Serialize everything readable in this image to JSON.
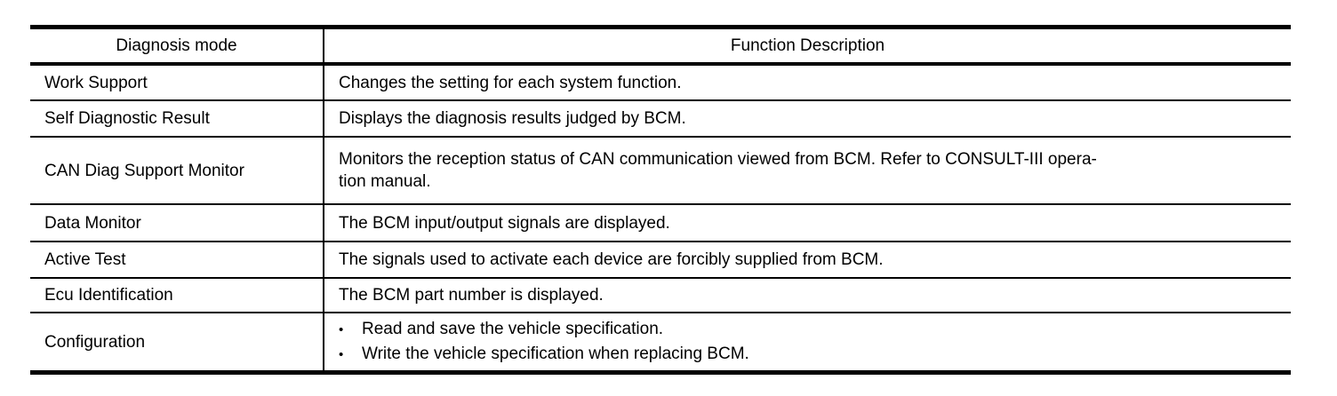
{
  "document": {
    "background_color": "#ffffff",
    "border_color": "#000000",
    "text_color": "#000000"
  },
  "table": {
    "headers": [
      "Diagnosis mode",
      "Function Description"
    ],
    "bullet_glyph": "•",
    "rows": [
      {
        "mode": "Work Support",
        "description": "Changes the setting for each system function."
      },
      {
        "mode": "Self Diagnostic Result",
        "description": "Displays the diagnosis results judged by BCM."
      },
      {
        "mode": "CAN Diag Support Monitor",
        "description": "Monitors the reception status of CAN communication viewed from BCM. Refer to CONSULT-III opera-\ntion manual."
      },
      {
        "mode": "Data Monitor",
        "description": "The BCM input/output signals are displayed."
      },
      {
        "mode": "Active Test",
        "description": "The signals used to activate each device are forcibly supplied from BCM."
      },
      {
        "mode": "Ecu Identification",
        "description": "The BCM part number is displayed."
      },
      {
        "mode": "Configuration",
        "bullets": [
          "Read and save the vehicle specification.",
          "Write the vehicle specification when replacing BCM."
        ]
      }
    ]
  }
}
